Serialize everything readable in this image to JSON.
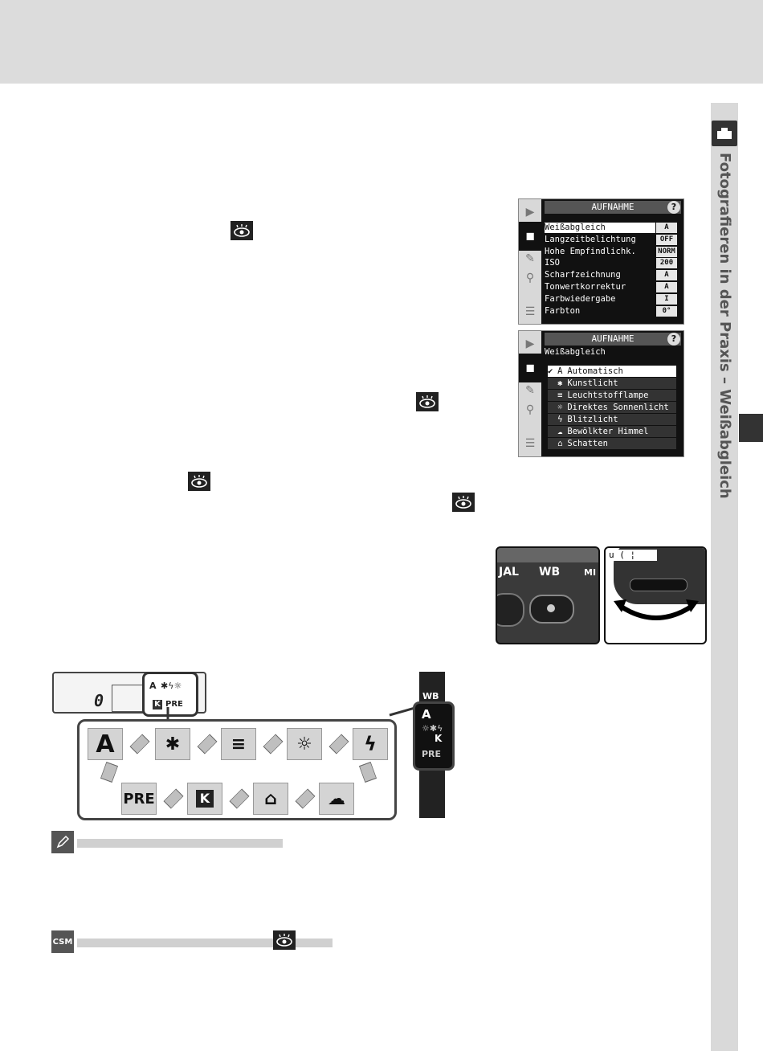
{
  "sidebar": {
    "vertical_title": "Fotografieren in der Praxis – Weißabgleich",
    "icon": "camera-shoot-icon"
  },
  "icons": {
    "reference": "eye-icon",
    "note": "pencil-icon",
    "csm": "csm-icon"
  },
  "menu1": {
    "title": "AUFNAHME",
    "help": "?",
    "items": [
      {
        "label": "Weißabgleich",
        "value": "A"
      },
      {
        "label": "Langzeitbelichtung",
        "value": "OFF"
      },
      {
        "label": "Hohe Empfindlichk.",
        "value": "NORM"
      },
      {
        "label": "ISO",
        "value": "200"
      },
      {
        "label": "Scharfzeichnung",
        "value": "A"
      },
      {
        "label": "Tonwertkorrektur",
        "value": "A"
      },
      {
        "label": "Farbwiedergabe",
        "value": "I"
      },
      {
        "label": "Farbton",
        "value": "0°"
      }
    ]
  },
  "menu2": {
    "title": "AUFNAHME",
    "help": "?",
    "subtitle": "Weißabgleich",
    "options": [
      {
        "icon": "A",
        "label": "Automatisch"
      },
      {
        "icon": "✱",
        "label": "Kunstlicht"
      },
      {
        "icon": "≡",
        "label": "Leuchtstofflampe"
      },
      {
        "icon": "☼",
        "label": "Direktes Sonnenlicht"
      },
      {
        "icon": "ϟ",
        "label": "Blitzlicht"
      },
      {
        "icon": "☁",
        "label": "Bewölkter Himmel"
      },
      {
        "icon": "⌂",
        "label": "Schatten"
      }
    ]
  },
  "photo1": {
    "label_left": "JAL",
    "label_wb": "WB",
    "label_right": "MI"
  },
  "lcd_panel": {
    "digit": "0",
    "k": "K",
    "pre": "PRE",
    "a": "A"
  },
  "viewfinder": {
    "label": "WB",
    "a": "A",
    "k": "K",
    "pre": "PRE"
  },
  "wb_cycle": {
    "row1": [
      "A",
      "✱",
      "≡",
      "☼",
      "ϟ"
    ],
    "row2": [
      "PRE",
      "K",
      "⌂",
      "☁"
    ]
  }
}
